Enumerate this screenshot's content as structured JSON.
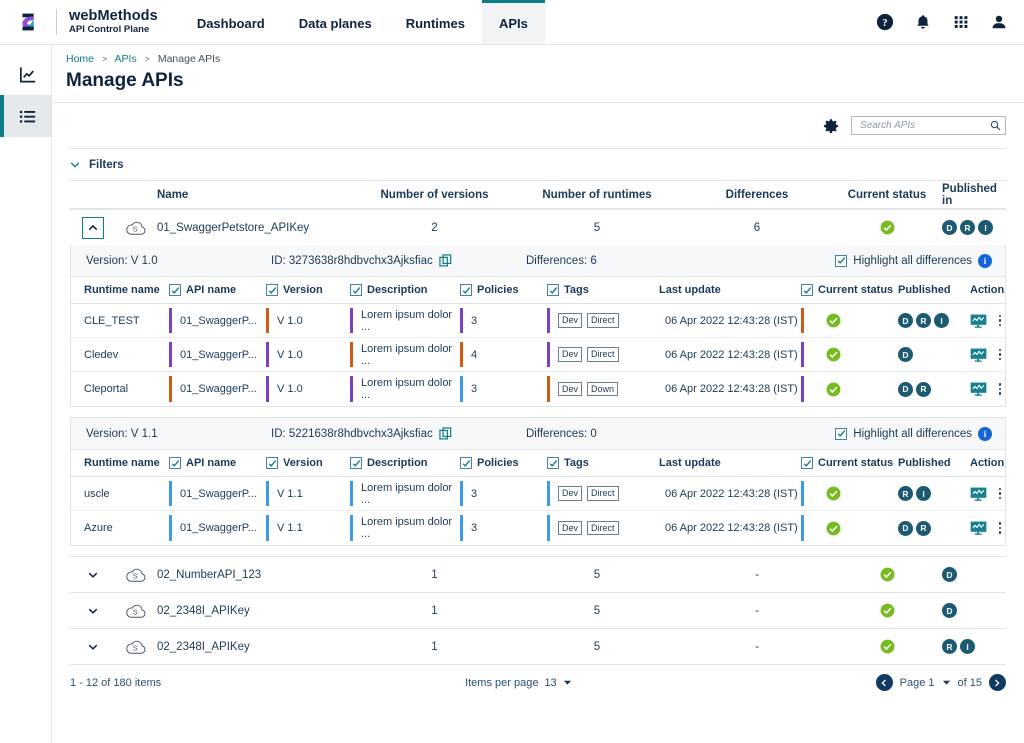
{
  "brand": {
    "name": "webMethods",
    "subtitle": "API Control Plane",
    "logo_icon": "webmethods-s-logo"
  },
  "topnav": {
    "items": [
      {
        "label": "Dashboard",
        "active": false
      },
      {
        "label": "Data planes",
        "active": false
      },
      {
        "label": "Runtimes",
        "active": false
      },
      {
        "label": "APIs",
        "active": true
      }
    ],
    "icons": [
      "help-icon",
      "notifications-bell-icon",
      "apps-grid-icon",
      "user-account-icon"
    ],
    "active_accent": "#0e7c86"
  },
  "rail": {
    "items": [
      {
        "icon": "analytics-chart-icon",
        "active": false
      },
      {
        "icon": "list-icon",
        "active": true
      }
    ]
  },
  "breadcrumb": {
    "items": [
      "Home",
      "APIs",
      "Manage APIs"
    ],
    "separator": ">"
  },
  "page_title": "Manage APIs",
  "toolbar": {
    "settings_icon": "gear-icon",
    "search_placeholder": "Search APIs",
    "search_value": "",
    "search_icon": "search-icon"
  },
  "filters": {
    "label": "Filters",
    "chevron": "chevron-down-icon",
    "expanded": false
  },
  "table": {
    "columns": [
      "Name",
      "Number of versions",
      "Number of runtimes",
      "Differences",
      "Current status",
      "Published in"
    ],
    "rows": [
      {
        "expanded": true,
        "expand_icon": "chevron-up-icon",
        "type_icon": "cloud-s-icon",
        "name": "01_SwaggerPetstore_APIKey",
        "versions": "2",
        "runtimes": "5",
        "differences": "6",
        "status": "ok",
        "published": [
          "D",
          "R",
          "I"
        ]
      },
      {
        "expanded": false,
        "expand_icon": "chevron-down-icon",
        "type_icon": "cloud-s-icon",
        "name": "02_NumberAPI_123",
        "versions": "1",
        "runtimes": "5",
        "differences": "-",
        "status": "ok",
        "published": [
          "D"
        ]
      },
      {
        "expanded": false,
        "expand_icon": "chevron-down-icon",
        "type_icon": "cloud-s-icon",
        "name": "02_2348I_APIKey",
        "versions": "1",
        "runtimes": "5",
        "differences": "-",
        "status": "ok",
        "published": [
          "D"
        ]
      },
      {
        "expanded": false,
        "expand_icon": "chevron-down-icon",
        "type_icon": "cloud-s-icon",
        "name": "02_2348I_APIKey",
        "versions": "1",
        "runtimes": "5",
        "differences": "-",
        "status": "ok",
        "published": [
          "R",
          "I"
        ]
      }
    ]
  },
  "detail": {
    "inner_columns": {
      "runtime_name": "Runtime name",
      "api_name": "API name",
      "version": "Version",
      "description": "Description",
      "policies": "Policies",
      "tags": "Tags",
      "last_update": "Last update",
      "current_status": "Current status",
      "published": "Published",
      "action": "Action"
    },
    "copy_icon": "copy-icon",
    "info_icon": "info-icon",
    "highlight_label": "Highlight all differences",
    "diff_colors": {
      "purple": "#7d3fc4",
      "orange": "#cf5b14",
      "blue": "#3a9bec"
    },
    "versions": [
      {
        "version_label": "Version: V 1.0",
        "id_label": "ID: 3273638r8hdbvchx3Ajksfiac",
        "differences_label": "Differences: 6",
        "highlight_checked": true,
        "rows": [
          {
            "runtime_name": "CLE_TEST",
            "api_name": "01_SwaggerP...",
            "version": "V 1.0",
            "description": "Lorem ipsum dolor ...",
            "policies": "3",
            "tags": [
              "Dev",
              "Direct"
            ],
            "last_update": "06 Apr 2022 12:43:28 (IST)",
            "status": "ok",
            "published": [
              "D",
              "R",
              "I"
            ],
            "action_icon": "monitor-analytics-icon",
            "menu_icon": "kebab-menu-icon",
            "markers": {
              "api_name": "purple",
              "version": "orange",
              "description": "purple",
              "policies": "purple",
              "tags": "purple",
              "current_status": "orange"
            }
          },
          {
            "runtime_name": "Cledev",
            "api_name": "01_SwaggerP...",
            "version": "V 1.0",
            "description": "Lorem ipsum dolor ...",
            "policies": "4",
            "tags": [
              "Dev",
              "Direct"
            ],
            "last_update": "06 Apr 2022 12:43:28 (IST)",
            "status": "ok",
            "published": [
              "D"
            ],
            "action_icon": "monitor-analytics-icon",
            "menu_icon": "kebab-menu-icon",
            "markers": {
              "api_name": "purple",
              "version": "purple",
              "description": "orange",
              "policies": "orange",
              "tags": "purple",
              "current_status": "purple"
            }
          },
          {
            "runtime_name": "Cleportal",
            "api_name": "01_SwaggerP...",
            "version": "V 1.0",
            "description": "Lorem ipsum dolor ...",
            "policies": "3",
            "tags": [
              "Dev",
              "Down"
            ],
            "last_update": "06 Apr 2022 12:43:28 (IST)",
            "status": "ok",
            "published": [
              "D",
              "R"
            ],
            "action_icon": "monitor-analytics-icon",
            "menu_icon": "kebab-menu-icon",
            "markers": {
              "api_name": "orange",
              "version": "purple",
              "description": "purple",
              "policies": "blue",
              "tags": "orange",
              "current_status": "purple"
            }
          }
        ]
      },
      {
        "version_label": "Version: V 1.1",
        "id_label": "ID: 5221638r8hdbvchx3Ajksfiac",
        "differences_label": "Differences: 0",
        "highlight_checked": true,
        "rows": [
          {
            "runtime_name": "uscle",
            "api_name": "01_SwaggerP...",
            "version": "V 1.1",
            "description": "Lorem ipsum dolor ...",
            "policies": "3",
            "tags": [
              "Dev",
              "Direct"
            ],
            "last_update": "06 Apr 2022 12:43:28 (IST)",
            "status": "ok",
            "published": [
              "R",
              "I"
            ],
            "action_icon": "monitor-analytics-icon",
            "menu_icon": "kebab-menu-icon",
            "markers": {
              "api_name": "blue",
              "version": "blue",
              "description": "blue",
              "policies": "blue",
              "tags": "blue",
              "current_status": "blue"
            }
          },
          {
            "runtime_name": "Azure",
            "api_name": "01_SwaggerP...",
            "version": "V 1.1",
            "description": "Lorem ipsum dolor ...",
            "policies": "3",
            "tags": [
              "Dev",
              "Direct"
            ],
            "last_update": "06 Apr 2022 12:43:28 (IST)",
            "status": "ok",
            "published": [
              "D",
              "R"
            ],
            "action_icon": "monitor-analytics-icon",
            "menu_icon": "kebab-menu-icon",
            "markers": {
              "api_name": "blue",
              "version": "blue",
              "description": "blue",
              "policies": "blue",
              "tags": "blue",
              "current_status": "blue"
            }
          }
        ]
      }
    ]
  },
  "footer": {
    "items_range": "1 - 12 of 180 items",
    "items_per_page_label": "Items per page",
    "items_per_page_value": "13",
    "page_label": "Page 1",
    "of_label": "of 15",
    "prev_icon": "chevron-left-icon",
    "next_icon": "chevron-right-icon"
  }
}
